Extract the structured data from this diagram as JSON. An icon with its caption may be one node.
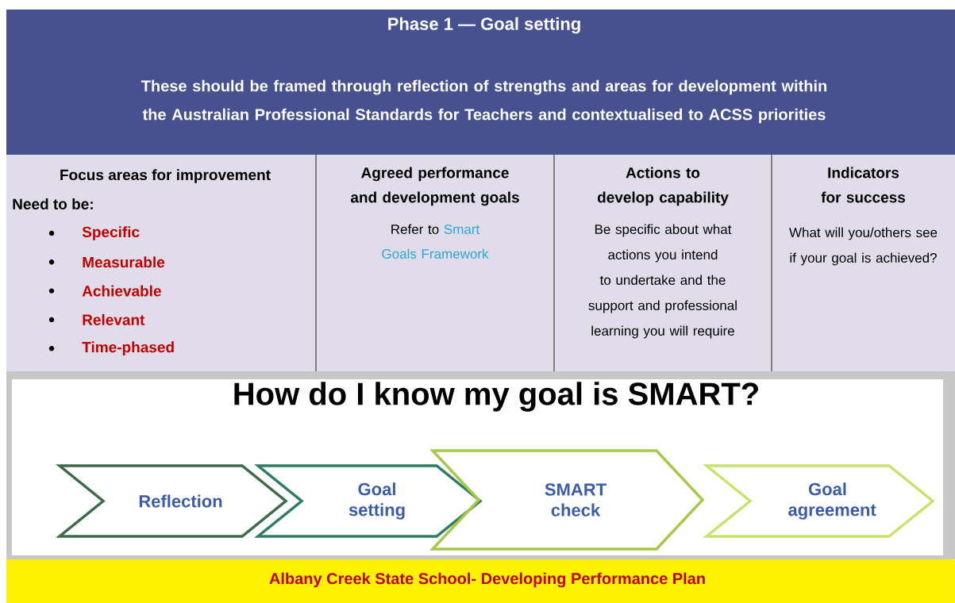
{
  "diagram": {
    "nodes": [
      {
        "text": [
          "Phase 1 — Goal setting",
          "These should be framed through reflection of strengths and areas for development within the Australian Professional Standards for Teachers and contextualised to ACSS priorities"
        ]
      },
      {
        "text": [
          "Focus areas for improvement",
          "Need to be:",
          "Specific",
          "Measurable",
          "Achievable",
          "Relevant",
          "Time-phased"
        ]
      },
      {
        "text": [
          "Agreed performance and development goals",
          "Refer to",
          "Smart Goals Framework"
        ]
      },
      {
        "text": [
          "Actions to develop capability",
          "Be specific about what actions you intend to undertake and the support and professional learning you will require"
        ]
      },
      {
        "text": [
          "Indicators for success",
          "What will you/others see if your goal is achieved?"
        ]
      },
      {
        "text": [
          "How do I know my goal is SMART?"
        ]
      },
      {
        "text": [
          "Reflection"
        ],
        "in": 5
      },
      {
        "text": [
          "Goal setting"
        ],
        "in": 5
      },
      {
        "text": [
          "SMART check"
        ],
        "in": 5
      },
      {
        "text": [
          "Goal agreement"
        ],
        "in": 5
      },
      {
        "text": [
          "Albany Creek State School- Developing Performance Plan"
        ]
      }
    ]
  }
}
